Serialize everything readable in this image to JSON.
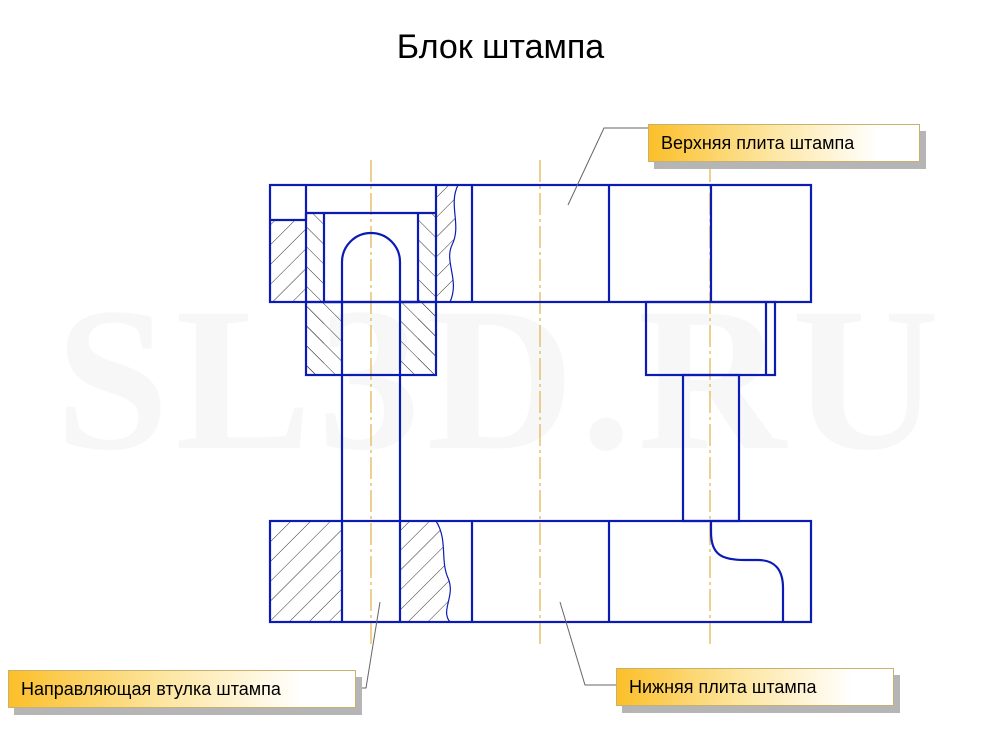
{
  "title": "Блок штампа",
  "watermark": "SL3D.RU",
  "callouts": {
    "upper_plate": "Верхняя плита штампа",
    "guide_bushing": "Направляющая втулка штампа",
    "lower_plate": "Нижняя плита штампа"
  },
  "colors": {
    "outline": "#0b1bb4",
    "axis": "#e0b24a",
    "hatch": "#333333",
    "leader": "#666666",
    "callout_gradient_start": "#fbbf2a",
    "callout_shadow": "#b5b5b5",
    "watermark": "#f7f7f7"
  }
}
